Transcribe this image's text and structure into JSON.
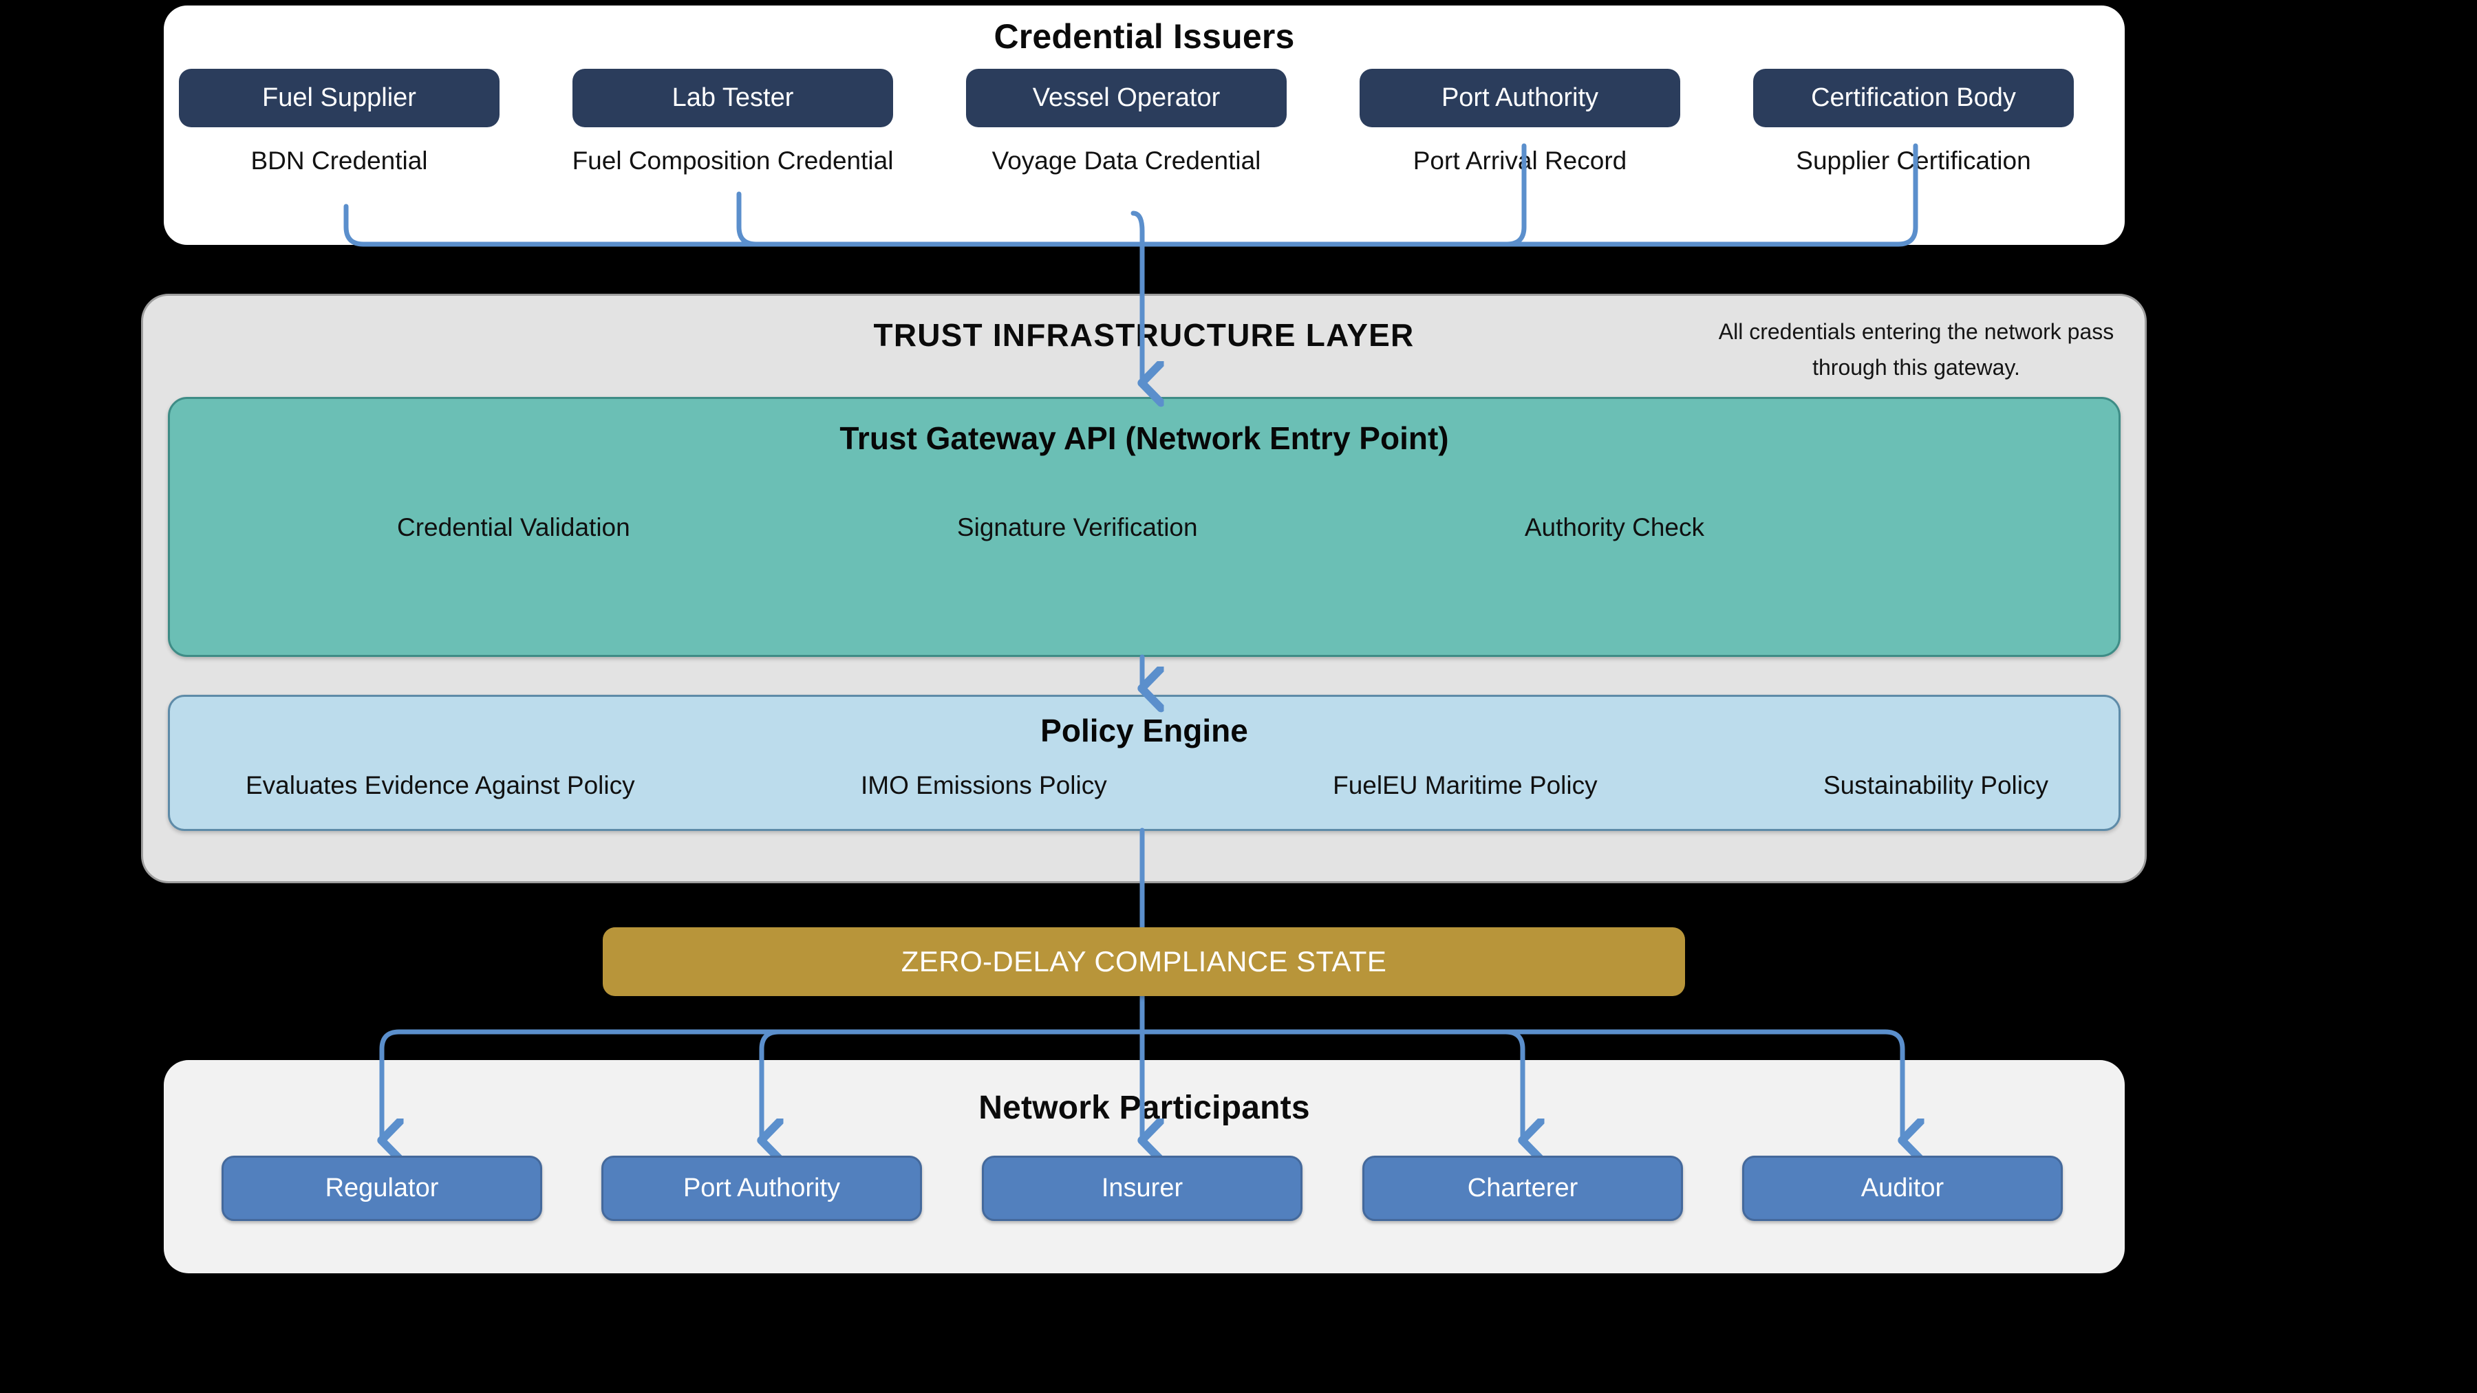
{
  "issuers": {
    "title": "Credential Issuers",
    "items": [
      {
        "name": "Fuel Supplier",
        "credential": "BDN Credential"
      },
      {
        "name": "Lab Tester",
        "credential": "Fuel Composition Credential"
      },
      {
        "name": "Vessel Operator",
        "credential": "Voyage Data Credential"
      },
      {
        "name": "Port Authority",
        "credential": "Port Arrival Record"
      },
      {
        "name": "Certification Body",
        "credential": "Supplier Certification"
      }
    ]
  },
  "trust_layer": {
    "title": "TRUST INFRASTRUCTURE LAYER",
    "note": "All credentials entering the network pass through this gateway.",
    "gateway": {
      "title": "Trust Gateway API (Network Entry Point)",
      "functions": [
        "Credential Validation",
        "Signature Verification",
        "Authority Check"
      ]
    },
    "policy_engine": {
      "title": "Policy Engine",
      "items": [
        "Evaluates Evidence Against Policy",
        "IMO Emissions Policy",
        "FuelEU Maritime Policy",
        "Sustainability Policy"
      ]
    }
  },
  "compliance_state": {
    "label": "ZERO-DELAY COMPLIANCE STATE"
  },
  "participants": {
    "title": "Network Participants",
    "items": [
      {
        "name": "Regulator"
      },
      {
        "name": "Port Authority"
      },
      {
        "name": "Insurer"
      },
      {
        "name": "Charterer"
      },
      {
        "name": "Auditor"
      }
    ]
  },
  "colors": {
    "background": "#000000",
    "issuer_chip": "#2B3D5C",
    "gateway": "#6BBFB5",
    "policy_engine": "#BCDCEC",
    "compliance_state": "#B8953A",
    "participant_chip": "#5280BE",
    "trust_layer": "#E3E3E3",
    "connector": "#5B8FCC"
  }
}
